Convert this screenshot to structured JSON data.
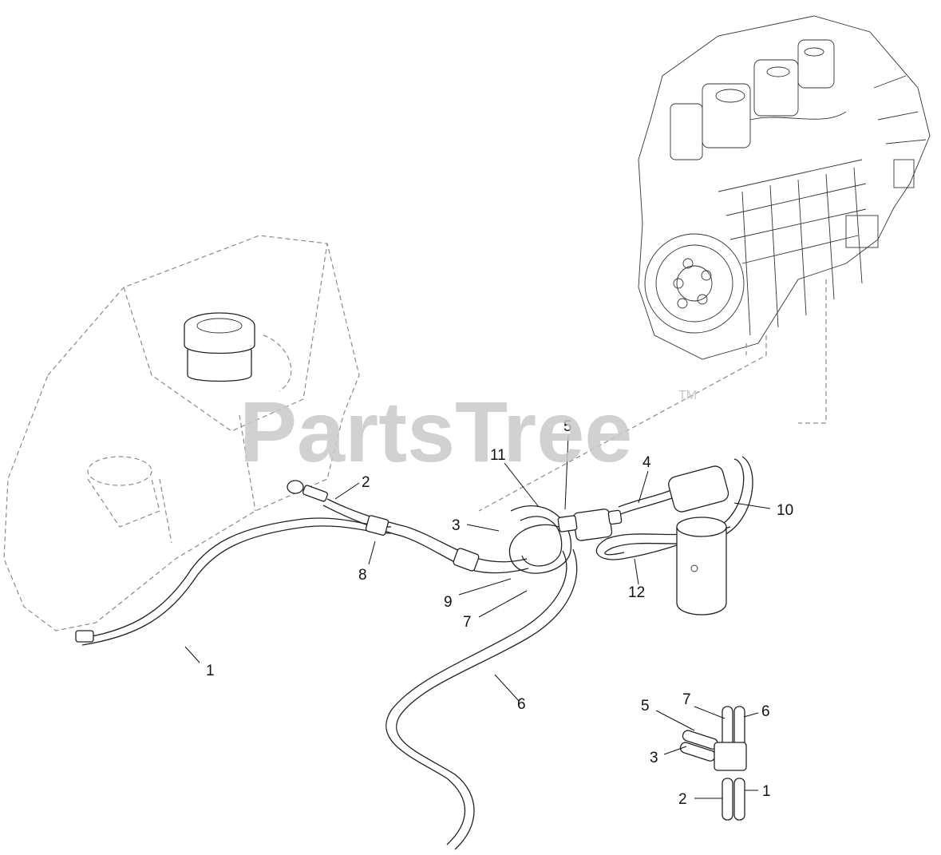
{
  "watermark": {
    "text": "PartsTree",
    "trademark": "TM"
  },
  "callouts": {
    "c1": "1",
    "c2": "2",
    "c3": "3",
    "c4": "4",
    "c5": "5",
    "c6": "6",
    "c7": "7",
    "c8": "8",
    "c9": "9",
    "c10": "10",
    "c11": "11",
    "c12": "12",
    "d1": "1",
    "d2": "2",
    "d3": "3",
    "d5": "5",
    "d6": "6",
    "d7": "7"
  },
  "colors": {
    "line": "#222222",
    "watermark": "#c9c9c9",
    "background": "#ffffff"
  }
}
